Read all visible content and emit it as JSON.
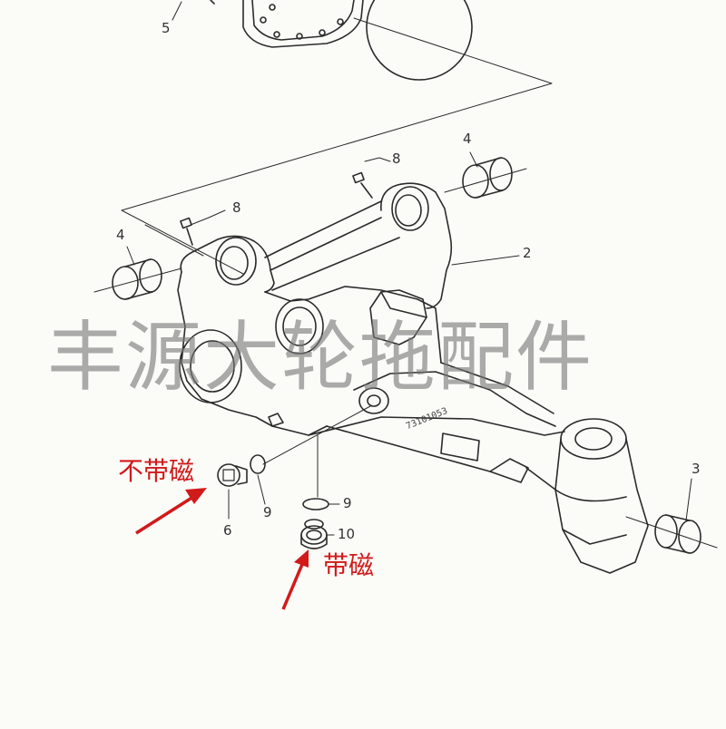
{
  "callouts": {
    "c2": "2",
    "c3": "3",
    "c4a": "4",
    "c4b": "4",
    "c5": "5",
    "c6": "6",
    "c8a": "8",
    "c8b": "8",
    "c9a": "9",
    "c9b": "9",
    "c10": "10"
  },
  "serial_number": "73101053",
  "labels": {
    "non_magnetic": "不带磁",
    "magnetic": "带磁"
  },
  "watermark": "丰源大轮拖配件",
  "colors": {
    "line": "#2b2b2b",
    "label_red": "#d11a1a",
    "watermark": "#7a7a7a"
  }
}
